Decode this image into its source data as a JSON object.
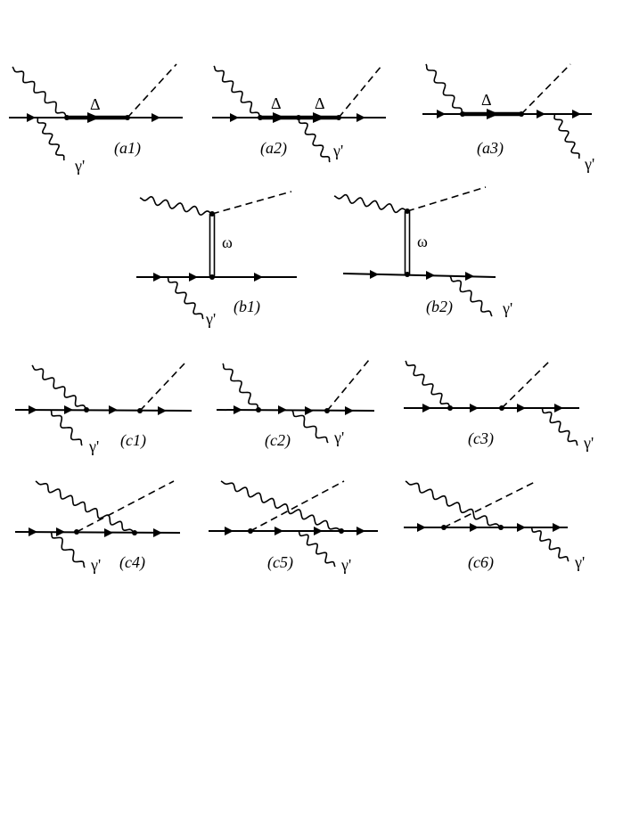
{
  "labels": {
    "delta": "Δ",
    "photon_out": "γ'",
    "omega": "ω"
  },
  "captions": {
    "a1": "(a1)",
    "a2": "(a2)",
    "a3": "(a3)",
    "b1": "(b1)",
    "b2": "(b2)",
    "c1": "(c1)",
    "c2": "(c2)",
    "c3": "(c3)",
    "c4": "(c4)",
    "c5": "(c5)",
    "c6": "(c6)"
  }
}
